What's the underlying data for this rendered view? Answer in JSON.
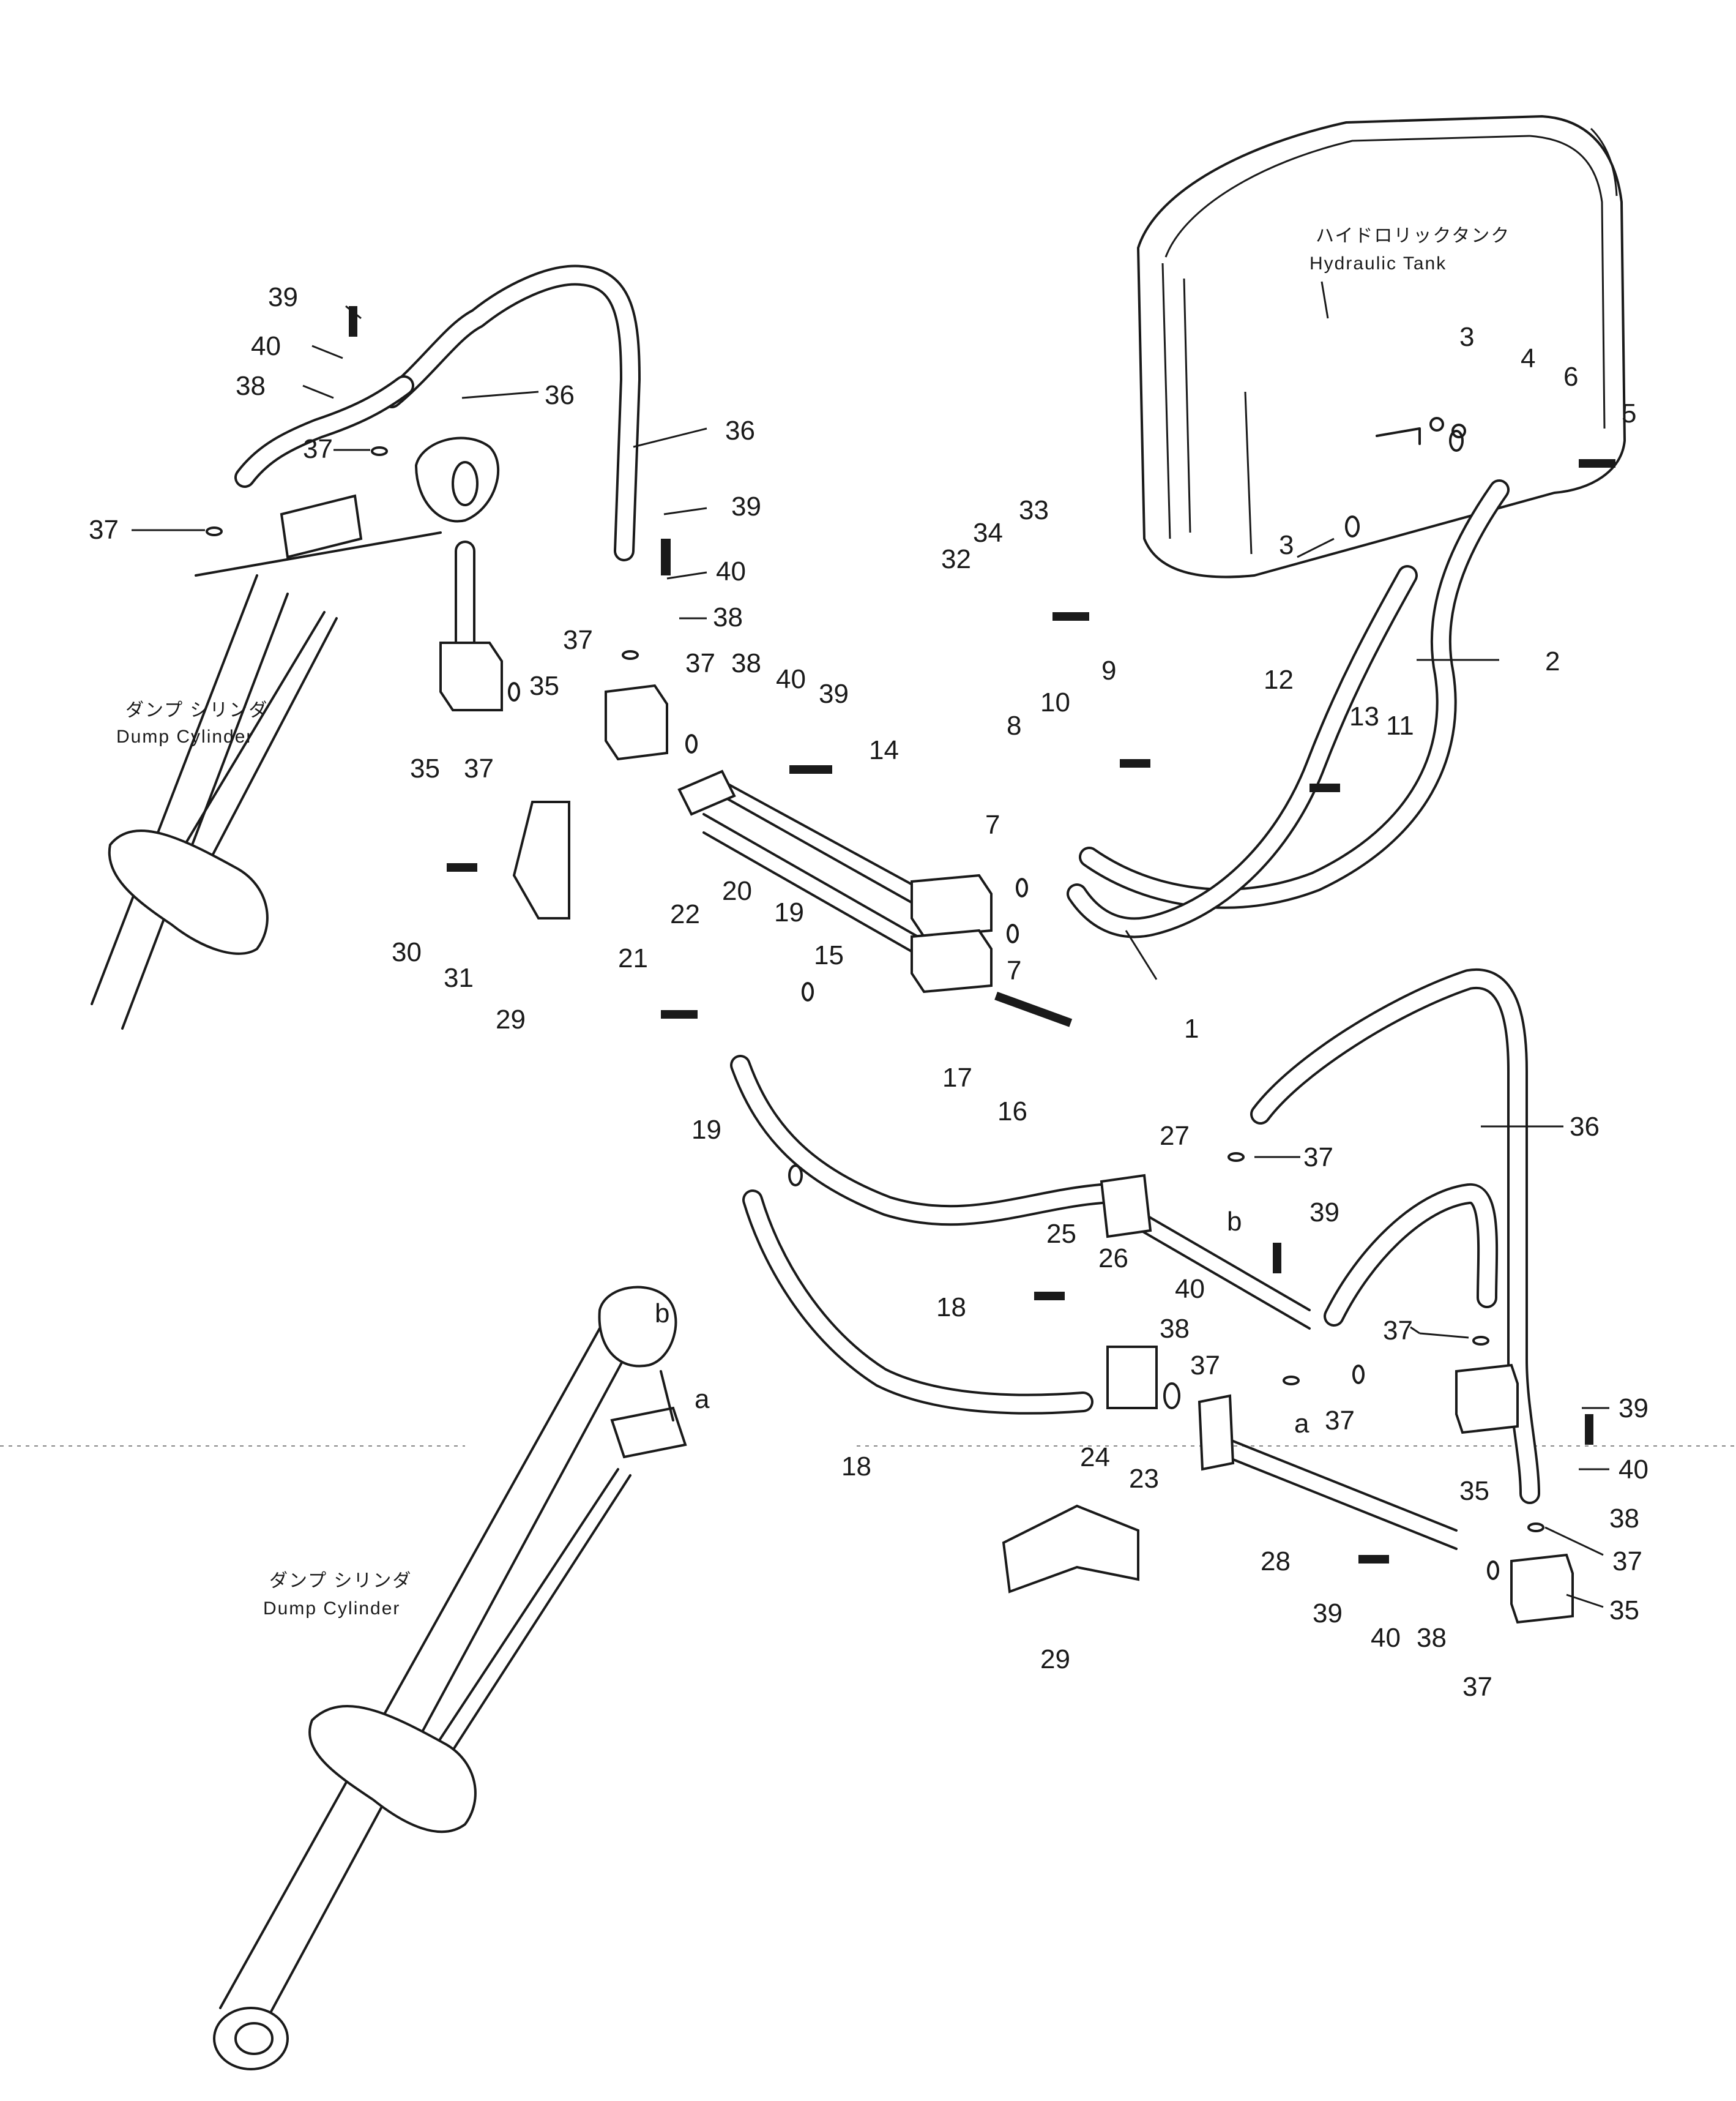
{
  "labels": {
    "tank_jp": "ハイドロリックタンク",
    "tank_en": "Hydraulic Tank",
    "cyl1_jp": "ダンプ シリンダ",
    "cyl1_en": "Dump Cylinder",
    "cyl2_jp": "ダンプ シリンダ",
    "cyl2_en": "Dump Cylinder",
    "letter_a1": "a",
    "letter_b1": "b",
    "letter_a2": "a",
    "letter_b2": "b"
  },
  "callouts": [
    {
      "id": "c39a",
      "n": "39"
    },
    {
      "id": "c40a",
      "n": "40"
    },
    {
      "id": "c38a",
      "n": "38"
    },
    {
      "id": "c37a",
      "n": "37"
    },
    {
      "id": "c37b",
      "n": "37"
    },
    {
      "id": "c36a",
      "n": "36"
    },
    {
      "id": "c36b",
      "n": "36"
    },
    {
      "id": "c39b",
      "n": "39"
    },
    {
      "id": "c40b",
      "n": "40"
    },
    {
      "id": "c38b",
      "n": "38"
    },
    {
      "id": "c37c",
      "n": "37"
    },
    {
      "id": "c35a",
      "n": "35"
    },
    {
      "id": "c35b",
      "n": "35"
    },
    {
      "id": "c37d",
      "n": "37"
    },
    {
      "id": "c37e",
      "n": "37"
    },
    {
      "id": "c38c",
      "n": "38"
    },
    {
      "id": "c40c",
      "n": "40"
    },
    {
      "id": "c39c",
      "n": "39"
    },
    {
      "id": "c32",
      "n": "32"
    },
    {
      "id": "c34",
      "n": "34"
    },
    {
      "id": "c33",
      "n": "33"
    },
    {
      "id": "c3a",
      "n": "3"
    },
    {
      "id": "c4",
      "n": "4"
    },
    {
      "id": "c6",
      "n": "6"
    },
    {
      "id": "c5",
      "n": "5"
    },
    {
      "id": "c3b",
      "n": "3"
    },
    {
      "id": "c2",
      "n": "2"
    },
    {
      "id": "c14",
      "n": "14"
    },
    {
      "id": "c8",
      "n": "8"
    },
    {
      "id": "c10",
      "n": "10"
    },
    {
      "id": "c9",
      "n": "9"
    },
    {
      "id": "c12",
      "n": "12"
    },
    {
      "id": "c13",
      "n": "13"
    },
    {
      "id": "c11",
      "n": "11"
    },
    {
      "id": "c7a",
      "n": "7"
    },
    {
      "id": "c7b",
      "n": "7"
    },
    {
      "id": "c1",
      "n": "1"
    },
    {
      "id": "c30",
      "n": "30"
    },
    {
      "id": "c31",
      "n": "31"
    },
    {
      "id": "c29a",
      "n": "29"
    },
    {
      "id": "c22",
      "n": "22"
    },
    {
      "id": "c20",
      "n": "20"
    },
    {
      "id": "c19a",
      "n": "19"
    },
    {
      "id": "c15",
      "n": "15"
    },
    {
      "id": "c21",
      "n": "21"
    },
    {
      "id": "c17",
      "n": "17"
    },
    {
      "id": "c16",
      "n": "16"
    },
    {
      "id": "c19b",
      "n": "19"
    },
    {
      "id": "c27",
      "n": "27"
    },
    {
      "id": "c36c",
      "n": "36"
    },
    {
      "id": "c37f",
      "n": "37"
    },
    {
      "id": "c39d",
      "n": "39"
    },
    {
      "id": "c18a",
      "n": "18"
    },
    {
      "id": "c25",
      "n": "25"
    },
    {
      "id": "c26",
      "n": "26"
    },
    {
      "id": "c40d",
      "n": "40"
    },
    {
      "id": "c38d",
      "n": "38"
    },
    {
      "id": "c37g",
      "n": "37"
    },
    {
      "id": "c37h",
      "n": "37"
    },
    {
      "id": "c37i",
      "n": "37"
    },
    {
      "id": "c39e",
      "n": "39"
    },
    {
      "id": "c18b",
      "n": "18"
    },
    {
      "id": "c24",
      "n": "24"
    },
    {
      "id": "c23",
      "n": "23"
    },
    {
      "id": "c35c",
      "n": "35"
    },
    {
      "id": "c40e",
      "n": "40"
    },
    {
      "id": "c38e",
      "n": "38"
    },
    {
      "id": "c37j",
      "n": "37"
    },
    {
      "id": "c28",
      "n": "28"
    },
    {
      "id": "c35d",
      "n": "35"
    },
    {
      "id": "c39f",
      "n": "39"
    },
    {
      "id": "c40f",
      "n": "40"
    },
    {
      "id": "c38f",
      "n": "38"
    },
    {
      "id": "c37k",
      "n": "37"
    },
    {
      "id": "c29b",
      "n": "29"
    }
  ]
}
